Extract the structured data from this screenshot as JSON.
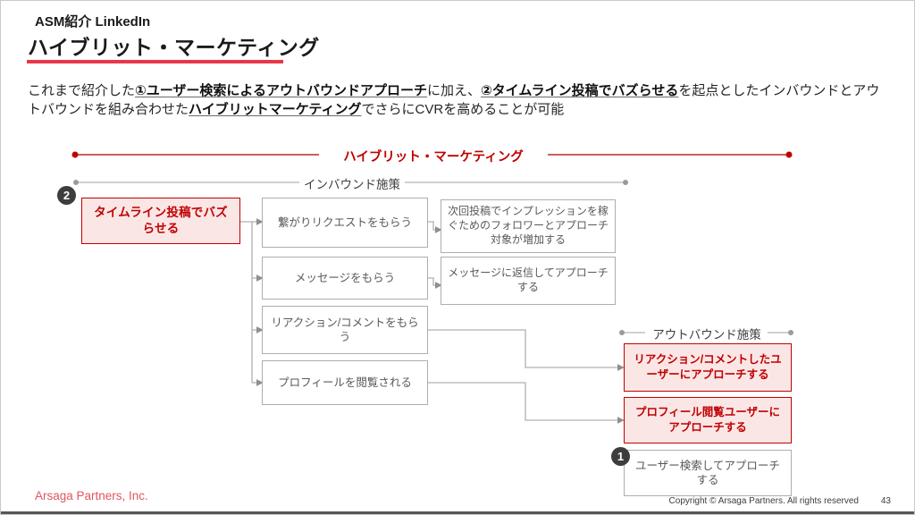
{
  "header": {
    "eyebrow": "ASM紹介 LinkedIn",
    "title": "ハイブリット・マーケティング"
  },
  "lead": {
    "segments": [
      {
        "text": "これまで紹介した",
        "style": "normal"
      },
      {
        "text": "①ユーザー検索によるアウトバウンドアプローチ",
        "style": "strong"
      },
      {
        "text": "に加え、",
        "style": "normal"
      },
      {
        "text": "②タイムライン投稿でバズらせる",
        "style": "strong"
      },
      {
        "text": "を起点としたインバウンドとアウトバウンドを組み合わせた",
        "style": "normal"
      },
      {
        "text": "ハイブリットマーケティング",
        "style": "strong"
      },
      {
        "text": "でさらにCVRを高めることが可能",
        "style": "normal"
      }
    ]
  },
  "diagram": {
    "hybrid_bracket_label": "ハイブリット・マーケティング",
    "inbound_bracket_label": "インバウンド施策",
    "outbound_bracket_label": "アウトバウンド施策",
    "badge_two": "2",
    "badge_one": "1",
    "source_box": "タイムライン投稿でバズらせる",
    "inbound_boxes": [
      "繋がりリクエストをもらう",
      "メッセージをもらう",
      "リアクション/コメントをもらう",
      "プロフィールを閲覧される"
    ],
    "result_boxes": [
      "次回投稿でインプレッションを稼ぐためのフォロワーとアプローチ対象が増加する",
      "メッセージに返信してアプローチする"
    ],
    "outbound_boxes": [
      "リアクション/コメントしたユーザーにアプローチする",
      "プロフィール閲覧ユーザーにアプローチする"
    ],
    "search_box": "ユーザー検索してアプローチする"
  },
  "footer": {
    "logo": "Arsaga Partners, Inc.",
    "copyright": "Copyright © Arsaga Partners. All rights reserved",
    "page": "43"
  },
  "colors": {
    "accent_red": "#c00000",
    "title_underline_red": "#e8374a",
    "box_pink_fill": "#fbe6e6",
    "gray_box_border": "#aeaeae",
    "gray_text": "#595959",
    "badge_dark": "#3d3d3d",
    "logo_red": "#e15560"
  }
}
